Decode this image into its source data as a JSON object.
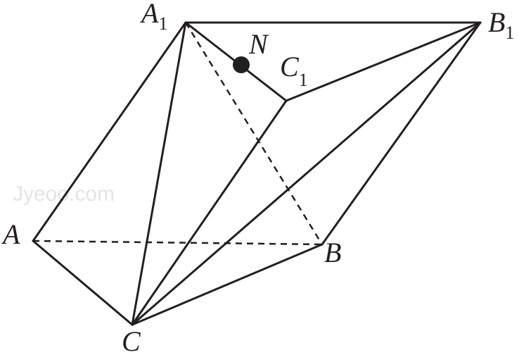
{
  "vertices": {
    "A": {
      "letter": "A",
      "sub": ""
    },
    "A1": {
      "letter": "A",
      "sub": "1"
    },
    "B": {
      "letter": "B",
      "sub": ""
    },
    "B1": {
      "letter": "B",
      "sub": "1"
    },
    "C": {
      "letter": "C",
      "sub": ""
    },
    "C1": {
      "letter": "C",
      "sub": "1"
    },
    "N": {
      "letter": "N",
      "sub": ""
    }
  },
  "edges": [
    {
      "id": "A1-B1",
      "style": "solid"
    },
    {
      "id": "A1-C1",
      "style": "solid"
    },
    {
      "id": "C1-B1",
      "style": "solid"
    },
    {
      "id": "A-A1",
      "style": "solid"
    },
    {
      "id": "A-C",
      "style": "solid"
    },
    {
      "id": "C-B",
      "style": "solid"
    },
    {
      "id": "B-B1",
      "style": "solid"
    },
    {
      "id": "C-C1",
      "style": "solid"
    },
    {
      "id": "C-A1",
      "style": "solid"
    },
    {
      "id": "C-B1",
      "style": "solid"
    },
    {
      "id": "A-B",
      "style": "dashed"
    },
    {
      "id": "A1-B",
      "style": "dashed"
    }
  ],
  "point_N_on": "A1C1",
  "watermark": "Jyeoo.com",
  "colors": {
    "ink": "#231f20",
    "watermark": "#e4e4e4"
  }
}
